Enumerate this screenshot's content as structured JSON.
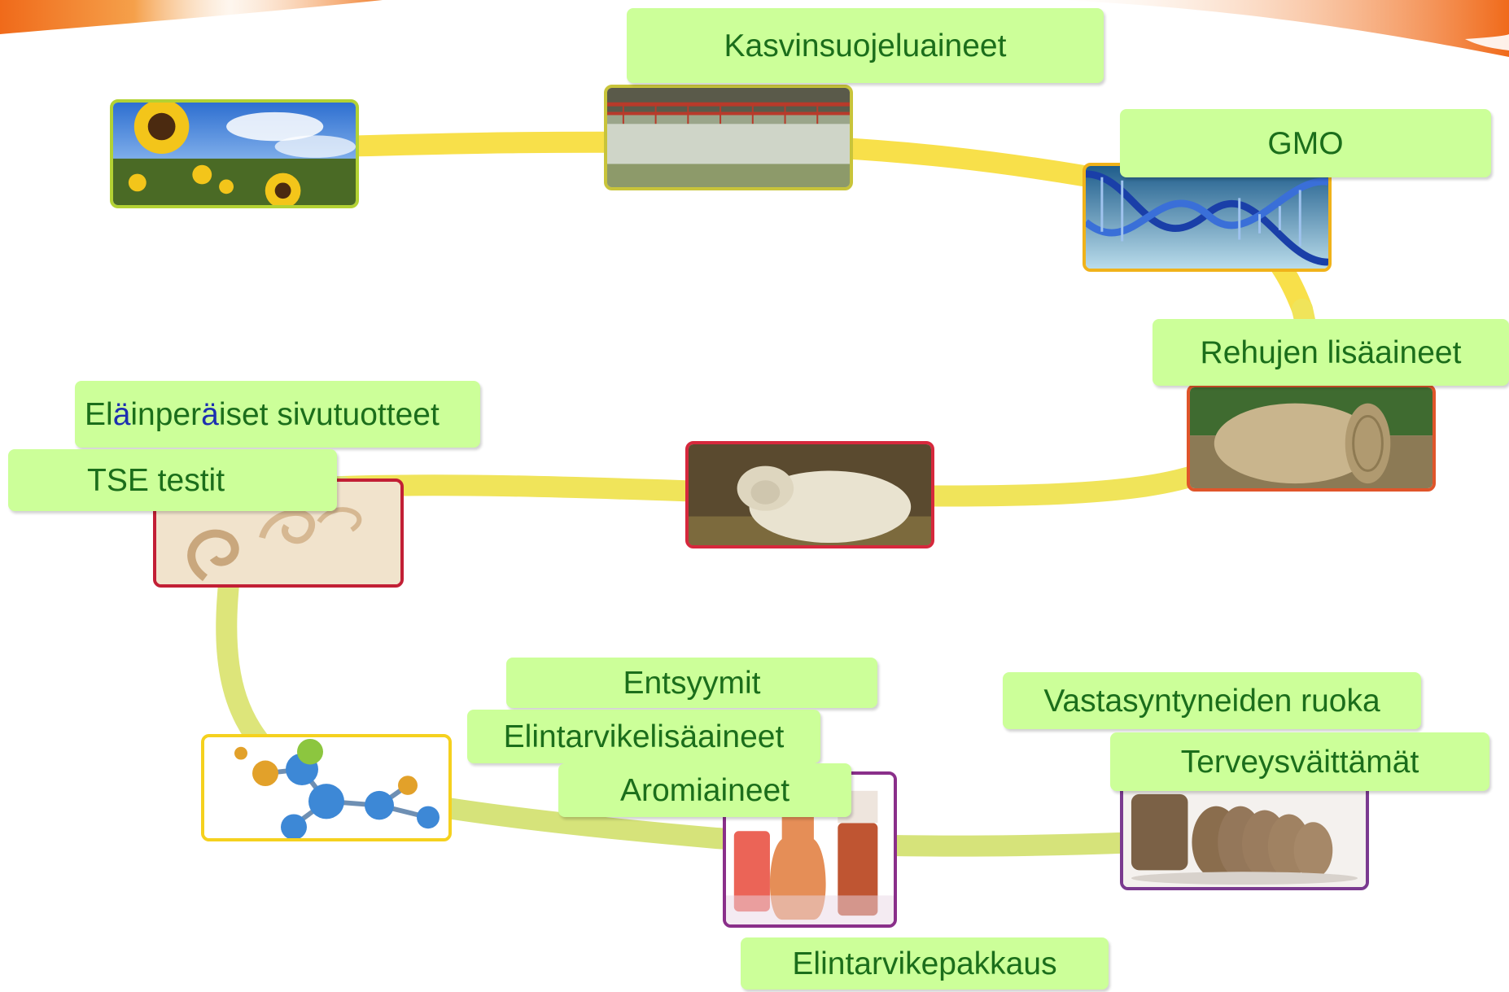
{
  "labels": {
    "kasvinsuojeluaineet": "Kasvinsuojeluaineet",
    "gmo": "GMO",
    "rehujen_lisaaineet": "Rehujen lisäaineet",
    "elainperaiset": {
      "parts": [
        "El",
        "ä",
        "inper",
        "ä",
        "iset sivutuotteet"
      ],
      "full": "Eläinperäiset sivutuotteet"
    },
    "tse_testit": "TSE testit",
    "entsyymit": "Entsyymit",
    "elintarvikelisaaineet": "Elintarvikelisäaineet",
    "aromiaineet": "Aromiaineet",
    "vastasyntyneiden_ruoka": "Vastasyntyneiden ruoka",
    "terveysvaittamat": "Terveysväittämät",
    "elintarvikepakkaus": "Elintarvikepakkaus"
  },
  "images": [
    {
      "name": "sunflowers",
      "border": "#b3d233"
    },
    {
      "name": "crop-sprayer",
      "border": "#c8c43a"
    },
    {
      "name": "dna-helix",
      "border": "#f0b21a"
    },
    {
      "name": "hay-bale",
      "border": "#e0552a"
    },
    {
      "name": "sheep",
      "border": "#d6283c"
    },
    {
      "name": "worm-larva",
      "border": "#c21f35"
    },
    {
      "name": "molecule",
      "border": "#f5d11e"
    },
    {
      "name": "drink-bottles",
      "border": "#8a2f8a"
    },
    {
      "name": "rye-bread",
      "border": "#7a3a8f"
    }
  ],
  "colors": {
    "path_yellow": "#f8e04a",
    "path_green": "#d6e37a",
    "label_bg": "#ccff99",
    "label_text": "#1b6e1b",
    "highlight_text": "#1c2fb0",
    "top_bar_orange": "#f07a1e"
  }
}
